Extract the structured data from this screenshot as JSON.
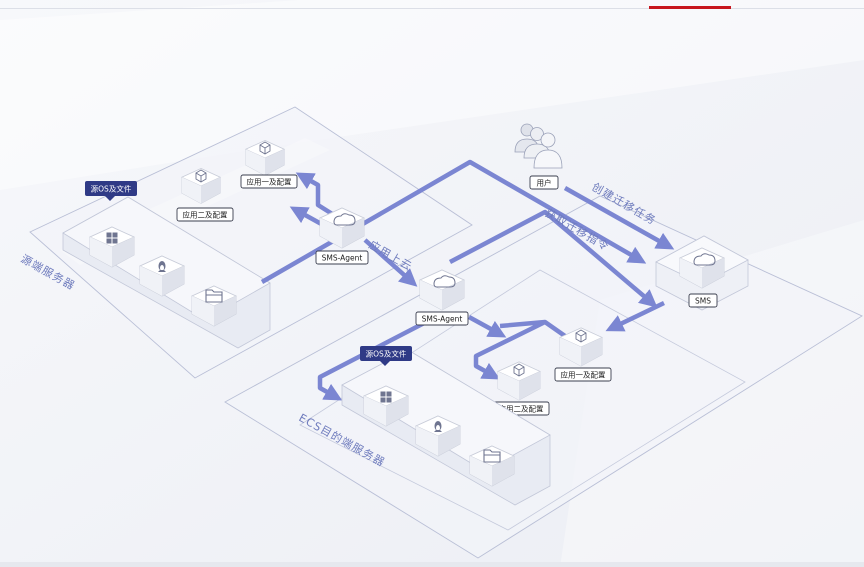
{
  "labels": {
    "source_platform": "源端服务器",
    "target_platform": "ECS目的端服务器",
    "src_os_files": "源OS及文件",
    "dst_os_files": "源OS及文件",
    "src_agent": "SMS-Agent",
    "dst_agent": "SMS-Agent",
    "src_app1": "应用一及配置",
    "src_app2": "应用二及配置",
    "dst_app1": "应用一及配置",
    "dst_app2": "应用二及配置",
    "user": "用户",
    "sms": "SMS",
    "create_task": "创建迁移任务",
    "get_command": "获取迁移指令",
    "app_to_cloud": "应用上云"
  },
  "icons": {
    "windows": "windows-icon",
    "linux": "linux-penguin-icon",
    "folder": "folder-icon",
    "cube": "cube-icon",
    "cloud": "cloud-icon",
    "user": "user-group-icon"
  },
  "colors": {
    "arrow": "#7b86d2",
    "tag_bg": "#2f3a86",
    "accent_bar": "#c7161d",
    "platform_line": "#b9bfd6"
  }
}
